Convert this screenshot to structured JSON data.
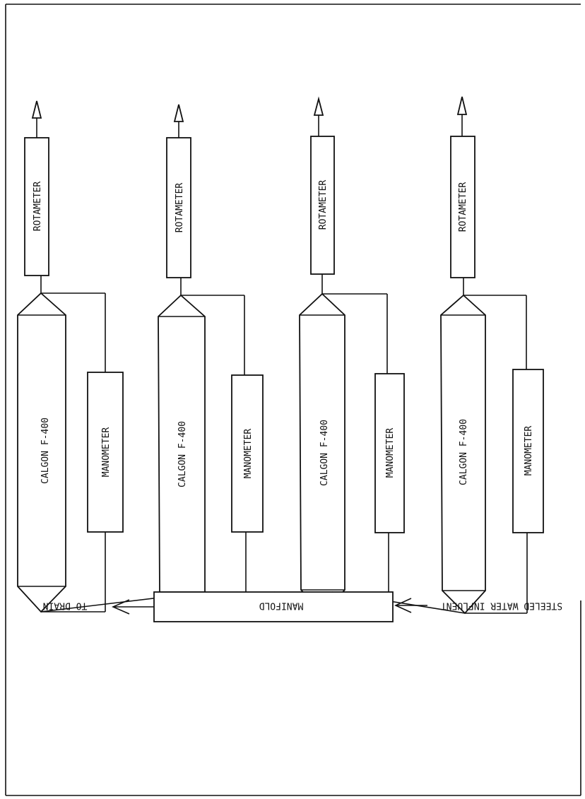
{
  "colors": {
    "line": "#111111",
    "background": "#ffffff"
  },
  "units": [
    {
      "rotameter_label": "ROTAMETER",
      "column_label": "CALGON F-400",
      "manometer_label": "MANOMETER"
    },
    {
      "rotameter_label": "ROTAMETER",
      "column_label": "CALGON F-400",
      "manometer_label": "MANOMETER"
    },
    {
      "rotameter_label": "ROTAMETER",
      "column_label": "CALGON F-400",
      "manometer_label": "MANOMETER"
    },
    {
      "rotameter_label": "ROTAMETER",
      "column_label": "CALGON F-400",
      "manometer_label": "MANOMETER"
    }
  ],
  "manifold": {
    "label": "MANIFOLD"
  },
  "drain": {
    "label": "TO DRAIN"
  },
  "influent": {
    "label": "STEELED WATER INFLUENT"
  }
}
